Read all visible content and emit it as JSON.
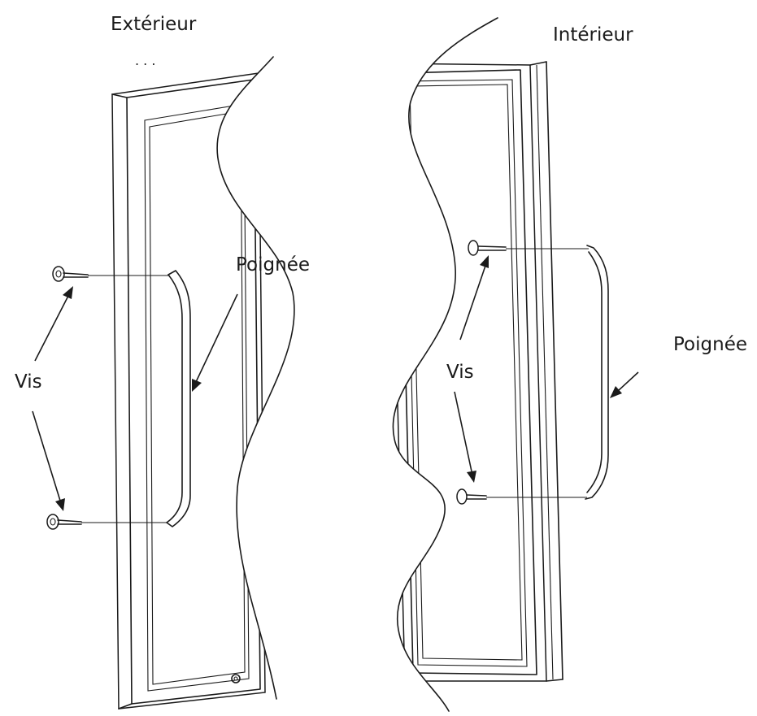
{
  "exterior": {
    "title": "Extérieur",
    "handle_label": "Poignée",
    "screws_label": "Vis"
  },
  "interior": {
    "title": "Intérieur",
    "handle_label": "Poignée",
    "screws_label": "Vis"
  },
  "colors": {
    "line": "#1a1a1a",
    "background": "#ffffff"
  }
}
